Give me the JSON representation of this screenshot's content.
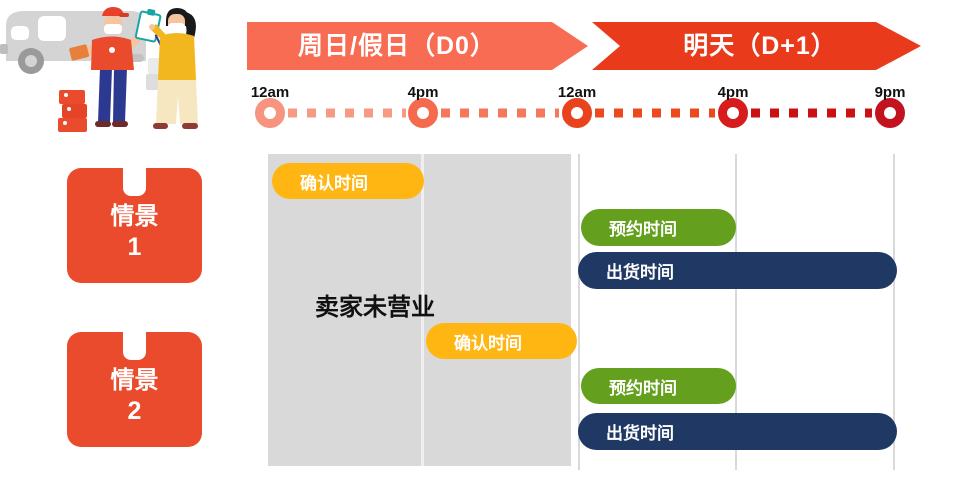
{
  "banners": [
    {
      "label": "周日/假日（D0）",
      "color": "#F76C52"
    },
    {
      "label": "明天（D+1）",
      "color": "#E93B1B"
    }
  ],
  "timeline": {
    "ticks": [
      {
        "label": "12am",
        "color": "#F79480"
      },
      {
        "label": "4pm",
        "color": "#F5694C"
      },
      {
        "label": "12am",
        "color": "#E8431C"
      },
      {
        "label": "4pm",
        "color": "#D61C1C"
      },
      {
        "label": "9pm",
        "color": "#C41320"
      }
    ],
    "segments": [
      {
        "color": "#F79A84"
      },
      {
        "color": "#F5775C"
      },
      {
        "color": "#EC4A1E"
      },
      {
        "color": "#CB1212"
      }
    ]
  },
  "scenarios": [
    {
      "label": "情景",
      "number": "1"
    },
    {
      "label": "情景",
      "number": "2"
    }
  ],
  "scenario_box": {
    "color": "#EB4B2D"
  },
  "closed_region": {
    "label": "卖家未营业",
    "color": "#D9D9D9"
  },
  "pills": {
    "confirm": {
      "label": "确认时间",
      "color": "#FFB612"
    },
    "reserve": {
      "label": "预约时间",
      "color": "#64A01E"
    },
    "ship": {
      "label": "出货时间",
      "color": "#1F3864"
    }
  },
  "bars": [
    {
      "scenario": "1",
      "label": "确认时间",
      "type": "confirm",
      "start": "12am D0",
      "end": "4pm D0"
    },
    {
      "scenario": "1",
      "label": "预约时间",
      "type": "reserve",
      "start": "12am D+1",
      "end": "4pm D+1"
    },
    {
      "scenario": "1",
      "label": "出货时间",
      "type": "ship",
      "start": "12am D+1",
      "end": "9pm D+1"
    },
    {
      "scenario": "2",
      "label": "确认时间",
      "type": "confirm",
      "start": "4pm D0",
      "end": "12am D+1"
    },
    {
      "scenario": "2",
      "label": "预约时间",
      "type": "reserve",
      "start": "12am D+1",
      "end": "4pm D+1"
    },
    {
      "scenario": "2",
      "label": "出货时间",
      "type": "ship",
      "start": "12am D+1",
      "end": "9pm D+1"
    }
  ],
  "icons": {
    "illustration": "delivery-handoff-illustration"
  }
}
